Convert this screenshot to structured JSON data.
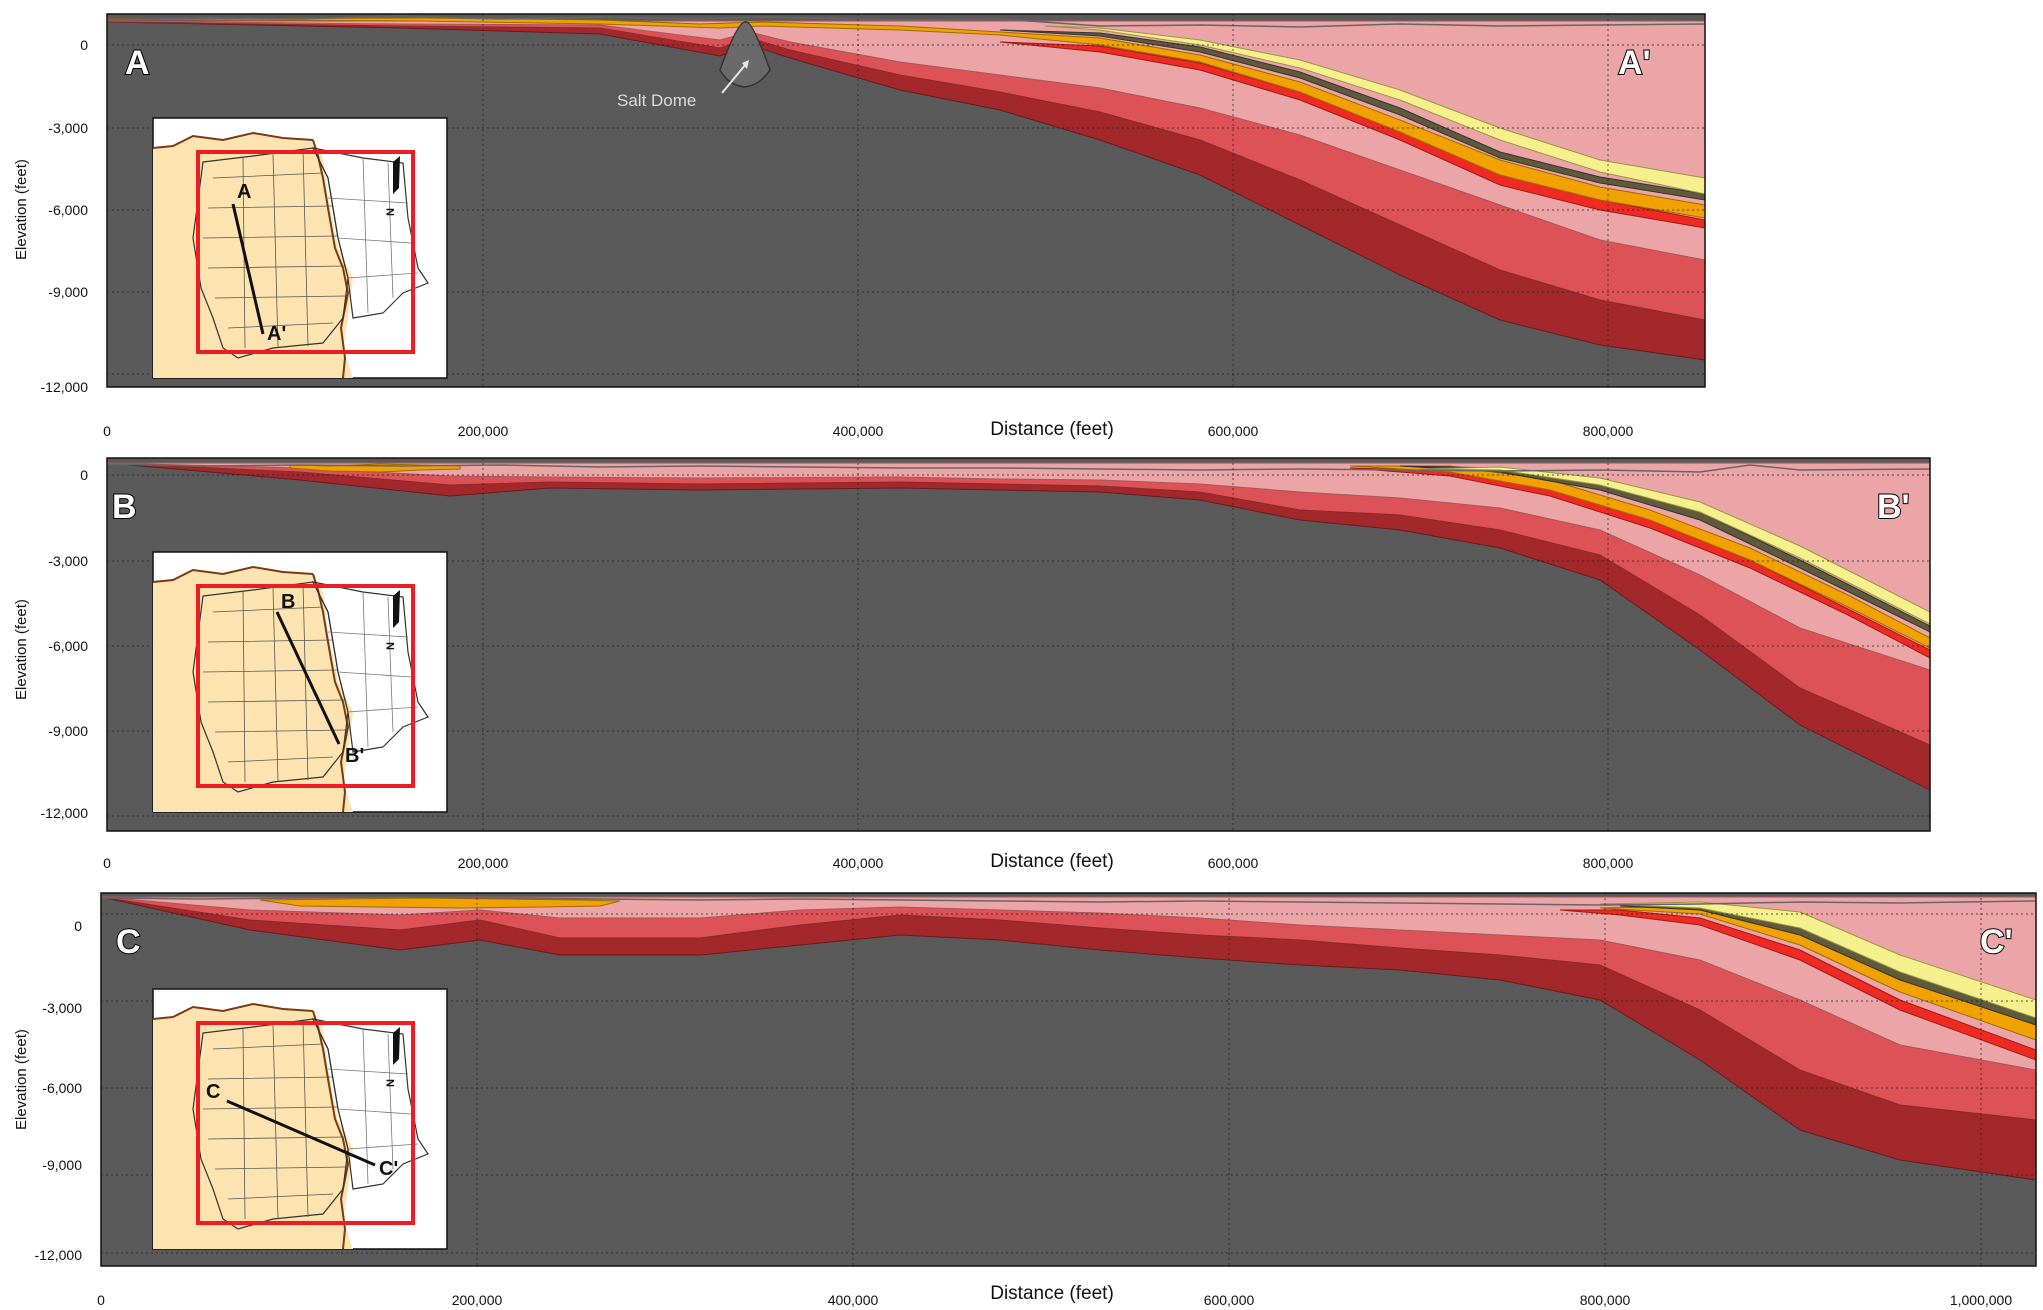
{
  "y_axis_label": "Elevation (feet)",
  "x_axis_label": "Distance (feet)",
  "annotation": "Salt Dome",
  "colors": {
    "basement": "#5a5a5a",
    "gulf": "#c4c4c4",
    "dark_red": "#a3282b",
    "red": "#dd5257",
    "pink": "#eca5a6",
    "bright_red": "#ef2a22",
    "orange": "#f2a200",
    "yellow": "#f5ef8c",
    "olive": "#5f5a3a",
    "map_land": "#fde3b0",
    "map_frame": "#ee1d23"
  },
  "panels": [
    {
      "start_label": "A",
      "end_label": "A'",
      "y_ticks": [
        "0",
        "-3,000",
        "-6,000",
        "-9,000",
        "-12,000"
      ],
      "x_ticks": [
        "0",
        "200,000",
        "400,000",
        "600,000",
        "800,000"
      ]
    },
    {
      "start_label": "B",
      "end_label": "B'",
      "y_ticks": [
        "0",
        "-3,000",
        "-6,000",
        "-9,000",
        "-12,000"
      ],
      "x_ticks": [
        "0",
        "200,000",
        "400,000",
        "600,000",
        "800,000"
      ]
    },
    {
      "start_label": "C",
      "end_label": "C'",
      "y_ticks": [
        "0",
        "-3,000",
        "-6,000",
        "-9,000",
        "-12,000"
      ],
      "x_ticks": [
        "0",
        "200,000",
        "400,000",
        "600,000",
        "800,000",
        "1,000,000"
      ]
    }
  ]
}
